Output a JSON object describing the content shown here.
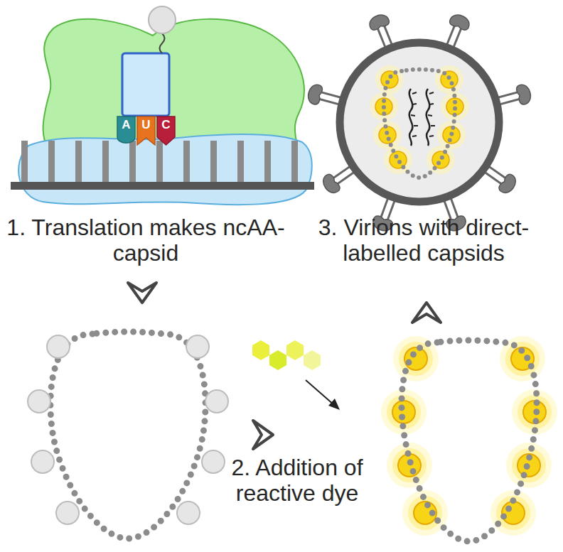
{
  "diagram": {
    "nodes": [
      {
        "text": [
          "A"
        ]
      },
      {
        "text": [
          "U"
        ]
      },
      {
        "text": [
          "C"
        ]
      }
    ],
    "labels": [
      "1. Translation makes ncAA-capsid",
      "3. Virions with direct-labelled capsids",
      "2. Addition of reactive dye"
    ]
  }
}
